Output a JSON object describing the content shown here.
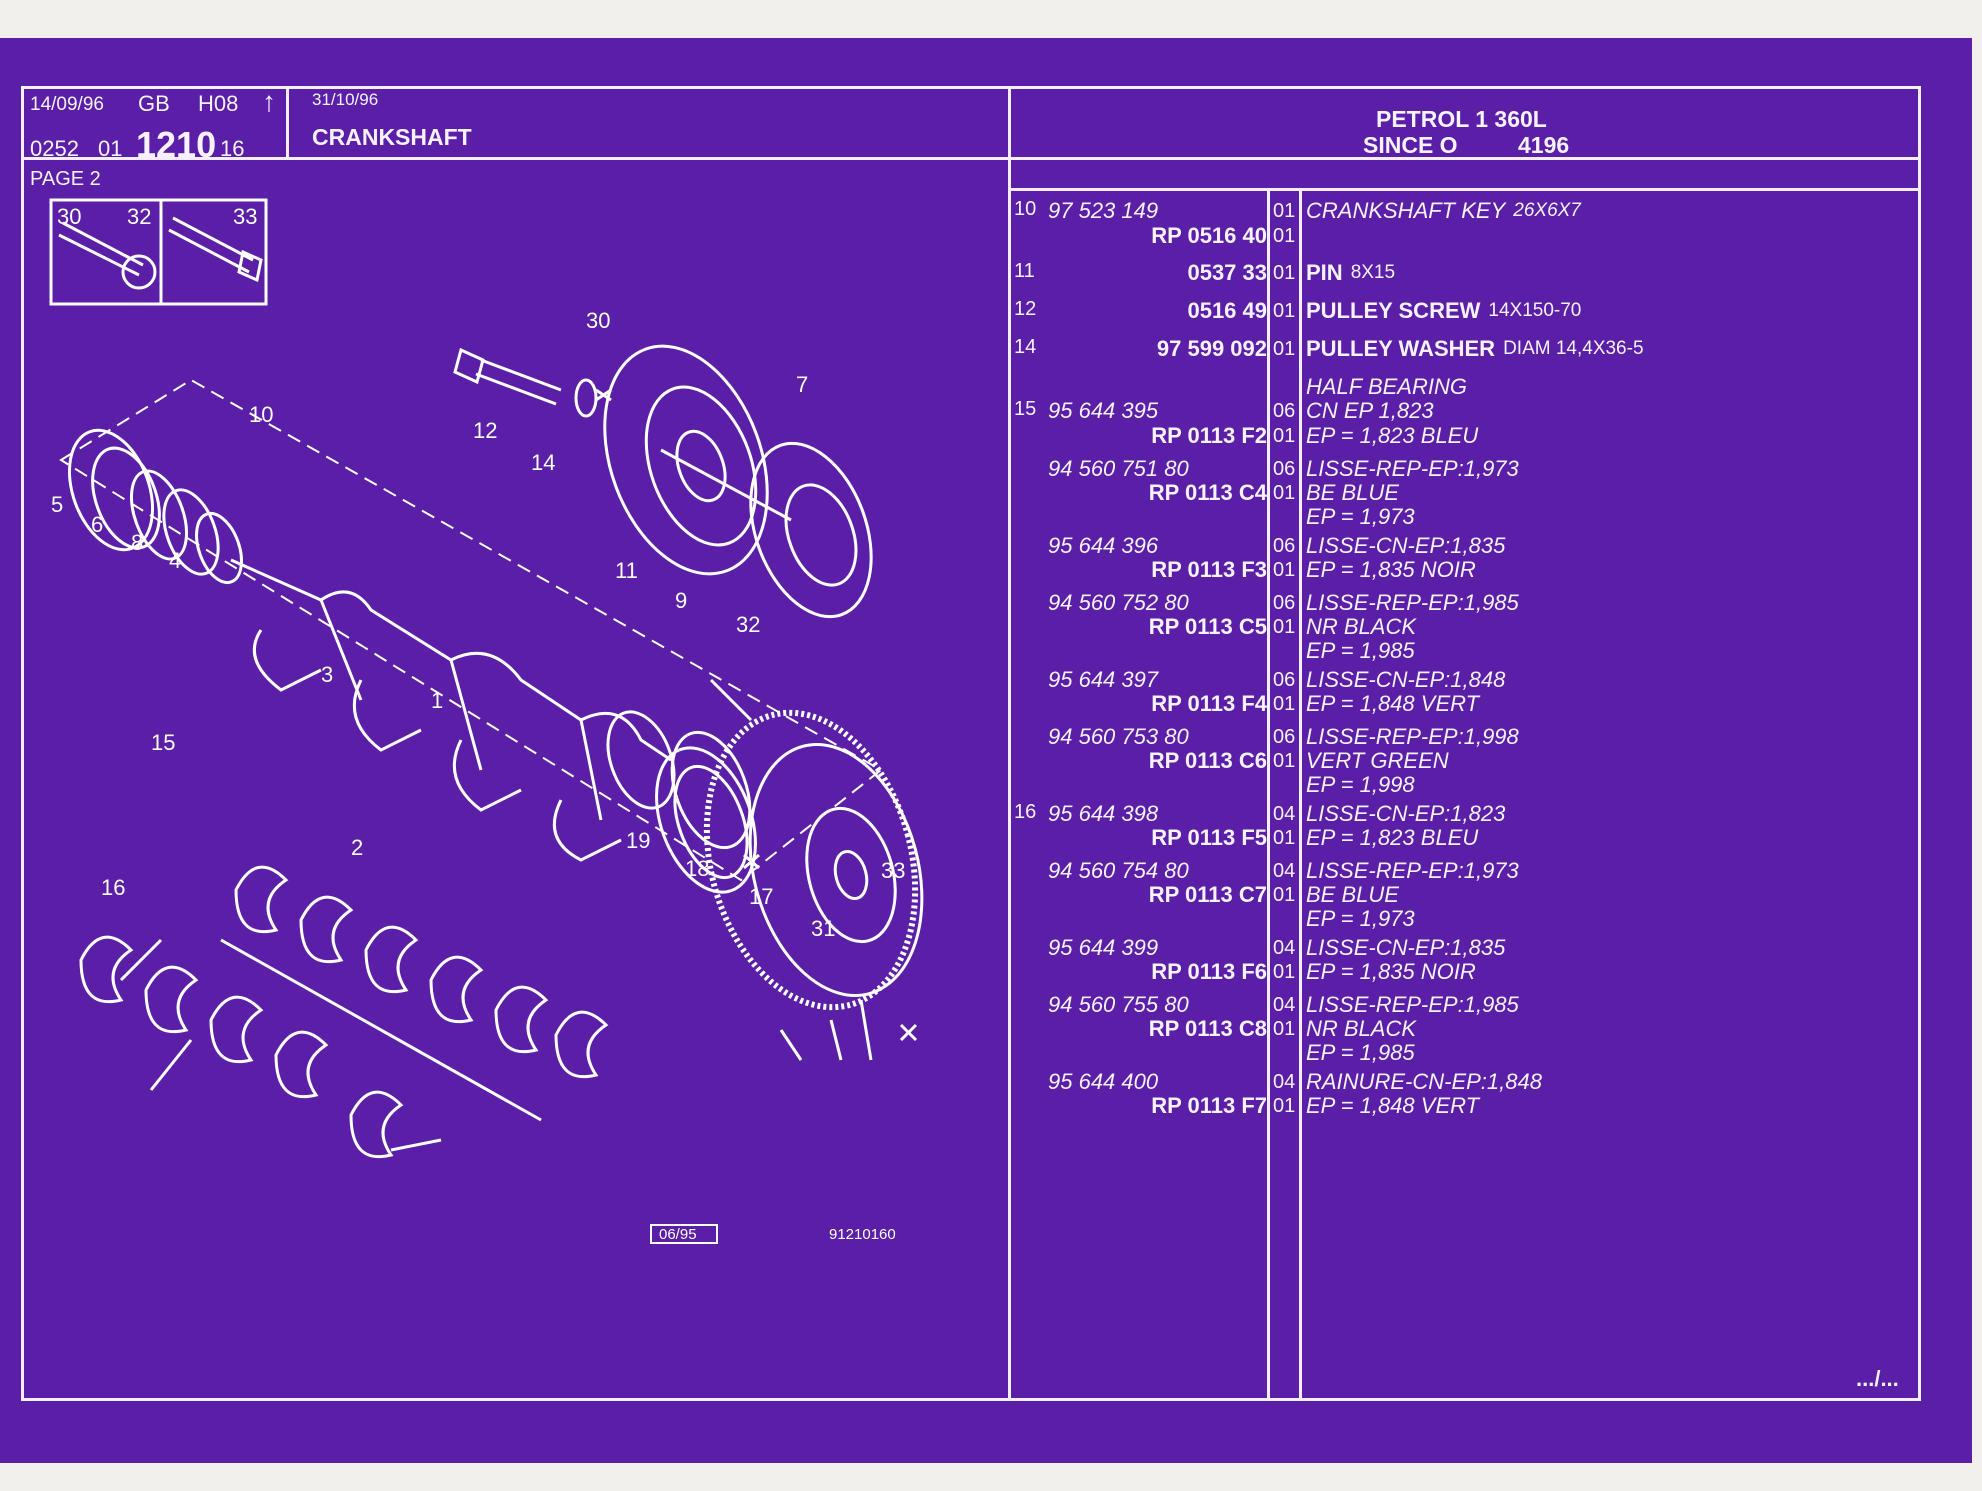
{
  "header": {
    "date1": "14/09/96",
    "lang": "GB",
    "code": "H08",
    "arrow": "↑",
    "ref_a": "0252",
    "ref_b": "01",
    "ref_main": "1210",
    "ref_c": "16",
    "page": "PAGE 2",
    "date2": "31/10/96",
    "title": "CRANKSHAFT",
    "engine_line1": "PETROL 1 360L",
    "engine_line2": "SINCE O",
    "engine_line2_num": "4196"
  },
  "inset": {
    "labels": [
      "30",
      "32",
      "33"
    ]
  },
  "diagram": {
    "callouts": [
      "30",
      "12",
      "14",
      "7",
      "10",
      "5",
      "6",
      "8",
      "4",
      "11",
      "9",
      "32",
      "3",
      "1",
      "15",
      "2",
      "16",
      "19",
      "18",
      "17",
      "33",
      "31"
    ],
    "stamp": "06/95",
    "ref_small": "91210160",
    "ref_bottom": "91210160"
  },
  "parts": [
    {
      "item": "10",
      "ref": "97 523 149",
      "ref_italic": true,
      "qty": "01",
      "desc": "CRANKSHAFT KEY",
      "desc_italic": true,
      "spec": "26X6X7",
      "spec_italic": true
    },
    {
      "item": "",
      "ref": "RP 0516 40",
      "ref_italic": false,
      "qty": "01",
      "desc": "",
      "spec": ""
    },
    {
      "item": "11",
      "ref": "0537 33",
      "ref_italic": false,
      "qty": "01",
      "desc": "PIN",
      "spec": "8X15"
    },
    {
      "item": "12",
      "ref": "0516 49",
      "ref_italic": false,
      "qty": "01",
      "desc": "PULLEY SCREW",
      "spec": "14X150-70"
    },
    {
      "item": "14",
      "ref": "97 599 092",
      "ref_italic": false,
      "qty": "01",
      "desc": "PULLEY WASHER",
      "spec": "DIAM 14,4X36-5"
    },
    {
      "item": "",
      "ref": "",
      "qty": "",
      "desc": "HALF BEARING",
      "desc_italic": true,
      "spec": ""
    },
    {
      "item": "15",
      "ref": "95 644 395",
      "ref_italic": true,
      "qty": "06",
      "desc": "CN EP 1,823",
      "desc_italic": true,
      "spec": ""
    },
    {
      "item": "",
      "ref": "RP 0113 F2",
      "qty": "01",
      "desc": "EP = 1,823 BLEU",
      "desc_italic": true,
      "spec": ""
    },
    {
      "item": "",
      "ref": "94 560 751 80",
      "ref_italic": true,
      "qty": "06",
      "desc": "LISSE-REP-EP:1,973",
      "desc_italic": true,
      "spec": ""
    },
    {
      "item": "",
      "ref": "RP 0113 C4",
      "qty": "01",
      "desc": "BE BLUE",
      "desc_italic": true,
      "spec": ""
    },
    {
      "item": "",
      "ref": "",
      "qty": "",
      "desc": "EP = 1,973",
      "desc_italic": true,
      "spec": ""
    },
    {
      "item": "",
      "ref": "95 644 396",
      "ref_italic": true,
      "qty": "06",
      "desc": "LISSE-CN-EP:1,835",
      "desc_italic": true,
      "spec": ""
    },
    {
      "item": "",
      "ref": "RP 0113 F3",
      "qty": "01",
      "desc": "EP = 1,835 NOIR",
      "desc_italic": true,
      "spec": ""
    },
    {
      "item": "",
      "ref": "94 560 752 80",
      "ref_italic": true,
      "qty": "06",
      "desc": "LISSE-REP-EP:1,985",
      "desc_italic": true,
      "spec": ""
    },
    {
      "item": "",
      "ref": "RP 0113 C5",
      "qty": "01",
      "desc": "NR BLACK",
      "desc_italic": true,
      "spec": ""
    },
    {
      "item": "",
      "ref": "",
      "qty": "",
      "desc": "EP = 1,985",
      "desc_italic": true,
      "spec": ""
    },
    {
      "item": "",
      "ref": "95 644 397",
      "ref_italic": true,
      "qty": "06",
      "desc": "LISSE-CN-EP:1,848",
      "desc_italic": true,
      "spec": ""
    },
    {
      "item": "",
      "ref": "RP 0113 F4",
      "qty": "01",
      "desc": "EP = 1,848 VERT",
      "desc_italic": true,
      "spec": ""
    },
    {
      "item": "",
      "ref": "94 560 753 80",
      "ref_italic": true,
      "qty": "06",
      "desc": "LISSE-REP-EP:1,998",
      "desc_italic": true,
      "spec": ""
    },
    {
      "item": "",
      "ref": "RP 0113 C6",
      "qty": "01",
      "desc": "VERT GREEN",
      "desc_italic": true,
      "spec": ""
    },
    {
      "item": "",
      "ref": "",
      "qty": "",
      "desc": "EP = 1,998",
      "desc_italic": true,
      "spec": ""
    },
    {
      "item": "16",
      "ref": "95 644 398",
      "ref_italic": true,
      "qty": "04",
      "desc": "LISSE-CN-EP:1,823",
      "desc_italic": true,
      "spec": ""
    },
    {
      "item": "",
      "ref": "RP 0113 F5",
      "qty": "01",
      "desc": "EP = 1,823 BLEU",
      "desc_italic": true,
      "spec": ""
    },
    {
      "item": "",
      "ref": "94 560 754 80",
      "ref_italic": true,
      "qty": "04",
      "desc": "LISSE-REP-EP:1,973",
      "desc_italic": true,
      "spec": ""
    },
    {
      "item": "",
      "ref": "RP 0113 C7",
      "qty": "01",
      "desc": "BE BLUE",
      "desc_italic": true,
      "spec": ""
    },
    {
      "item": "",
      "ref": "",
      "qty": "",
      "desc": "EP = 1,973",
      "desc_italic": true,
      "spec": ""
    },
    {
      "item": "",
      "ref": "95 644 399",
      "ref_italic": true,
      "qty": "04",
      "desc": "LISSE-CN-EP:1,835",
      "desc_italic": true,
      "spec": ""
    },
    {
      "item": "",
      "ref": "RP 0113 F6",
      "qty": "01",
      "desc": "EP = 1,835 NOIR",
      "desc_italic": true,
      "spec": ""
    },
    {
      "item": "",
      "ref": "94 560 755 80",
      "ref_italic": true,
      "qty": "04",
      "desc": "LISSE-REP-EP:1,985",
      "desc_italic": true,
      "spec": ""
    },
    {
      "item": "",
      "ref": "RP 0113 C8",
      "qty": "01",
      "desc": "NR BLACK",
      "desc_italic": true,
      "spec": ""
    },
    {
      "item": "",
      "ref": "",
      "qty": "",
      "desc": "EP = 1,985",
      "desc_italic": true,
      "spec": ""
    },
    {
      "item": "",
      "ref": "95 644 400",
      "ref_italic": true,
      "qty": "04",
      "desc": "RAINURE-CN-EP:1,848",
      "desc_italic": true,
      "spec": ""
    },
    {
      "item": "",
      "ref": "RP 0113 F7",
      "qty": "01",
      "desc": "EP = 1,848 VERT",
      "desc_italic": true,
      "spec": ""
    }
  ],
  "continuation": ".../...",
  "colors": {
    "sheet": "#5a1fa6",
    "ink": "#f4efff",
    "margin": "#f2f0ec"
  }
}
